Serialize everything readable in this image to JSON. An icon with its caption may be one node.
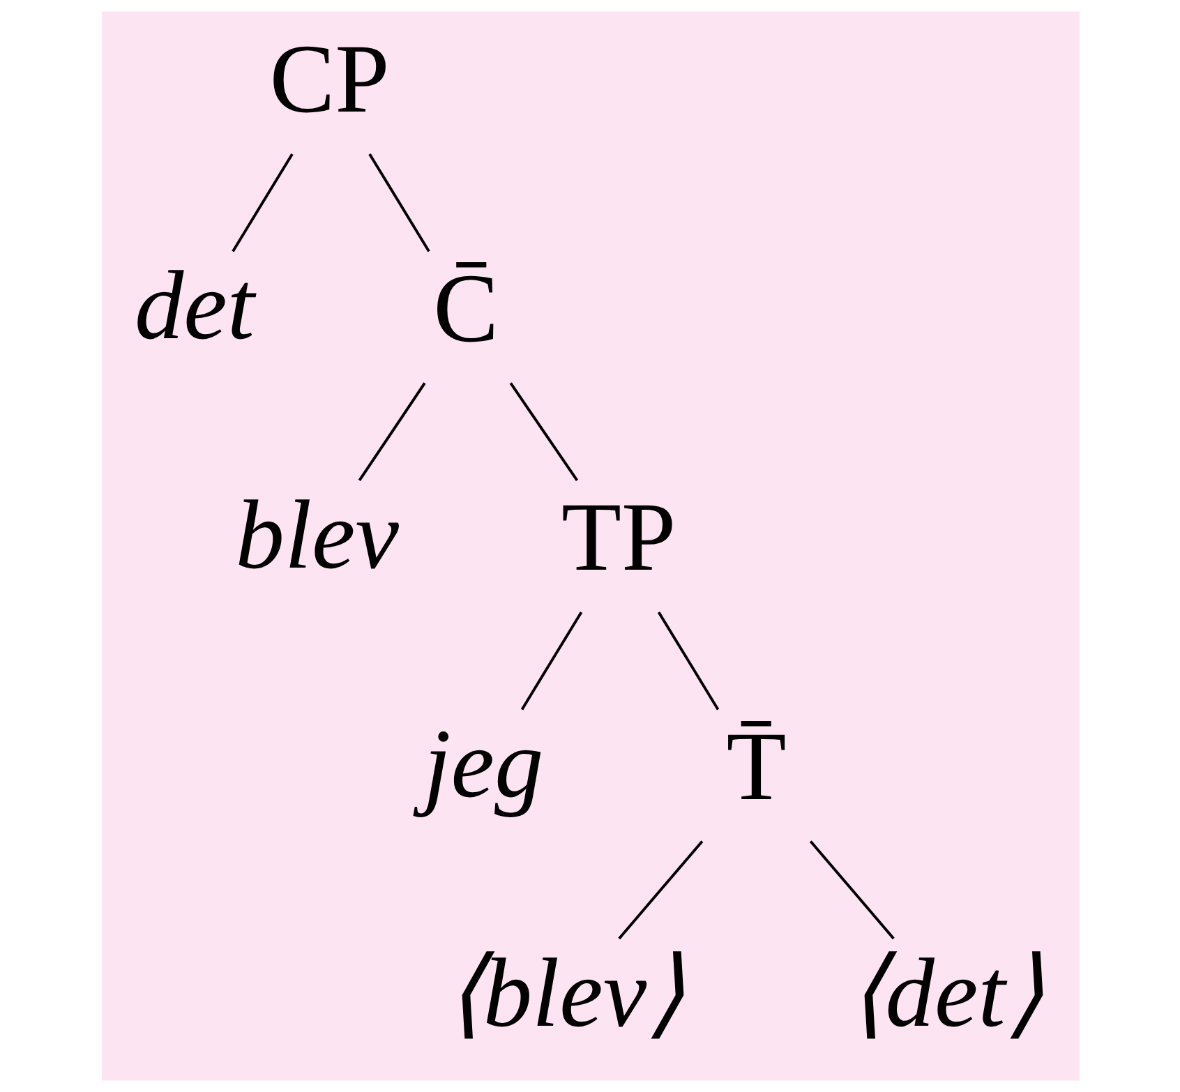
{
  "diagram": {
    "nodes": [
      {
        "text": [
          "CP"
        ]
      },
      {
        "text": [
          "det"
        ]
      },
      {
        "text": [
          "C̄"
        ]
      },
      {
        "text": [
          "blev"
        ]
      },
      {
        "text": [
          "TP"
        ]
      },
      {
        "text": [
          "jeg"
        ]
      },
      {
        "text": [
          "T̄"
        ]
      },
      {
        "text": [
          "⟨blev⟩"
        ]
      },
      {
        "text": [
          "⟨det⟩"
        ]
      }
    ],
    "edges": [
      {
        "from": 0,
        "to": 1,
        "arrow": "none"
      },
      {
        "from": 0,
        "to": 2,
        "arrow": "none"
      },
      {
        "from": 2,
        "to": 3,
        "arrow": "none"
      },
      {
        "from": 2,
        "to": 4,
        "arrow": "none"
      },
      {
        "from": 4,
        "to": 5,
        "arrow": "none"
      },
      {
        "from": 4,
        "to": 6,
        "arrow": "none"
      },
      {
        "from": 6,
        "to": 7,
        "arrow": "none"
      },
      {
        "from": 6,
        "to": 8,
        "arrow": "none"
      }
    ]
  }
}
